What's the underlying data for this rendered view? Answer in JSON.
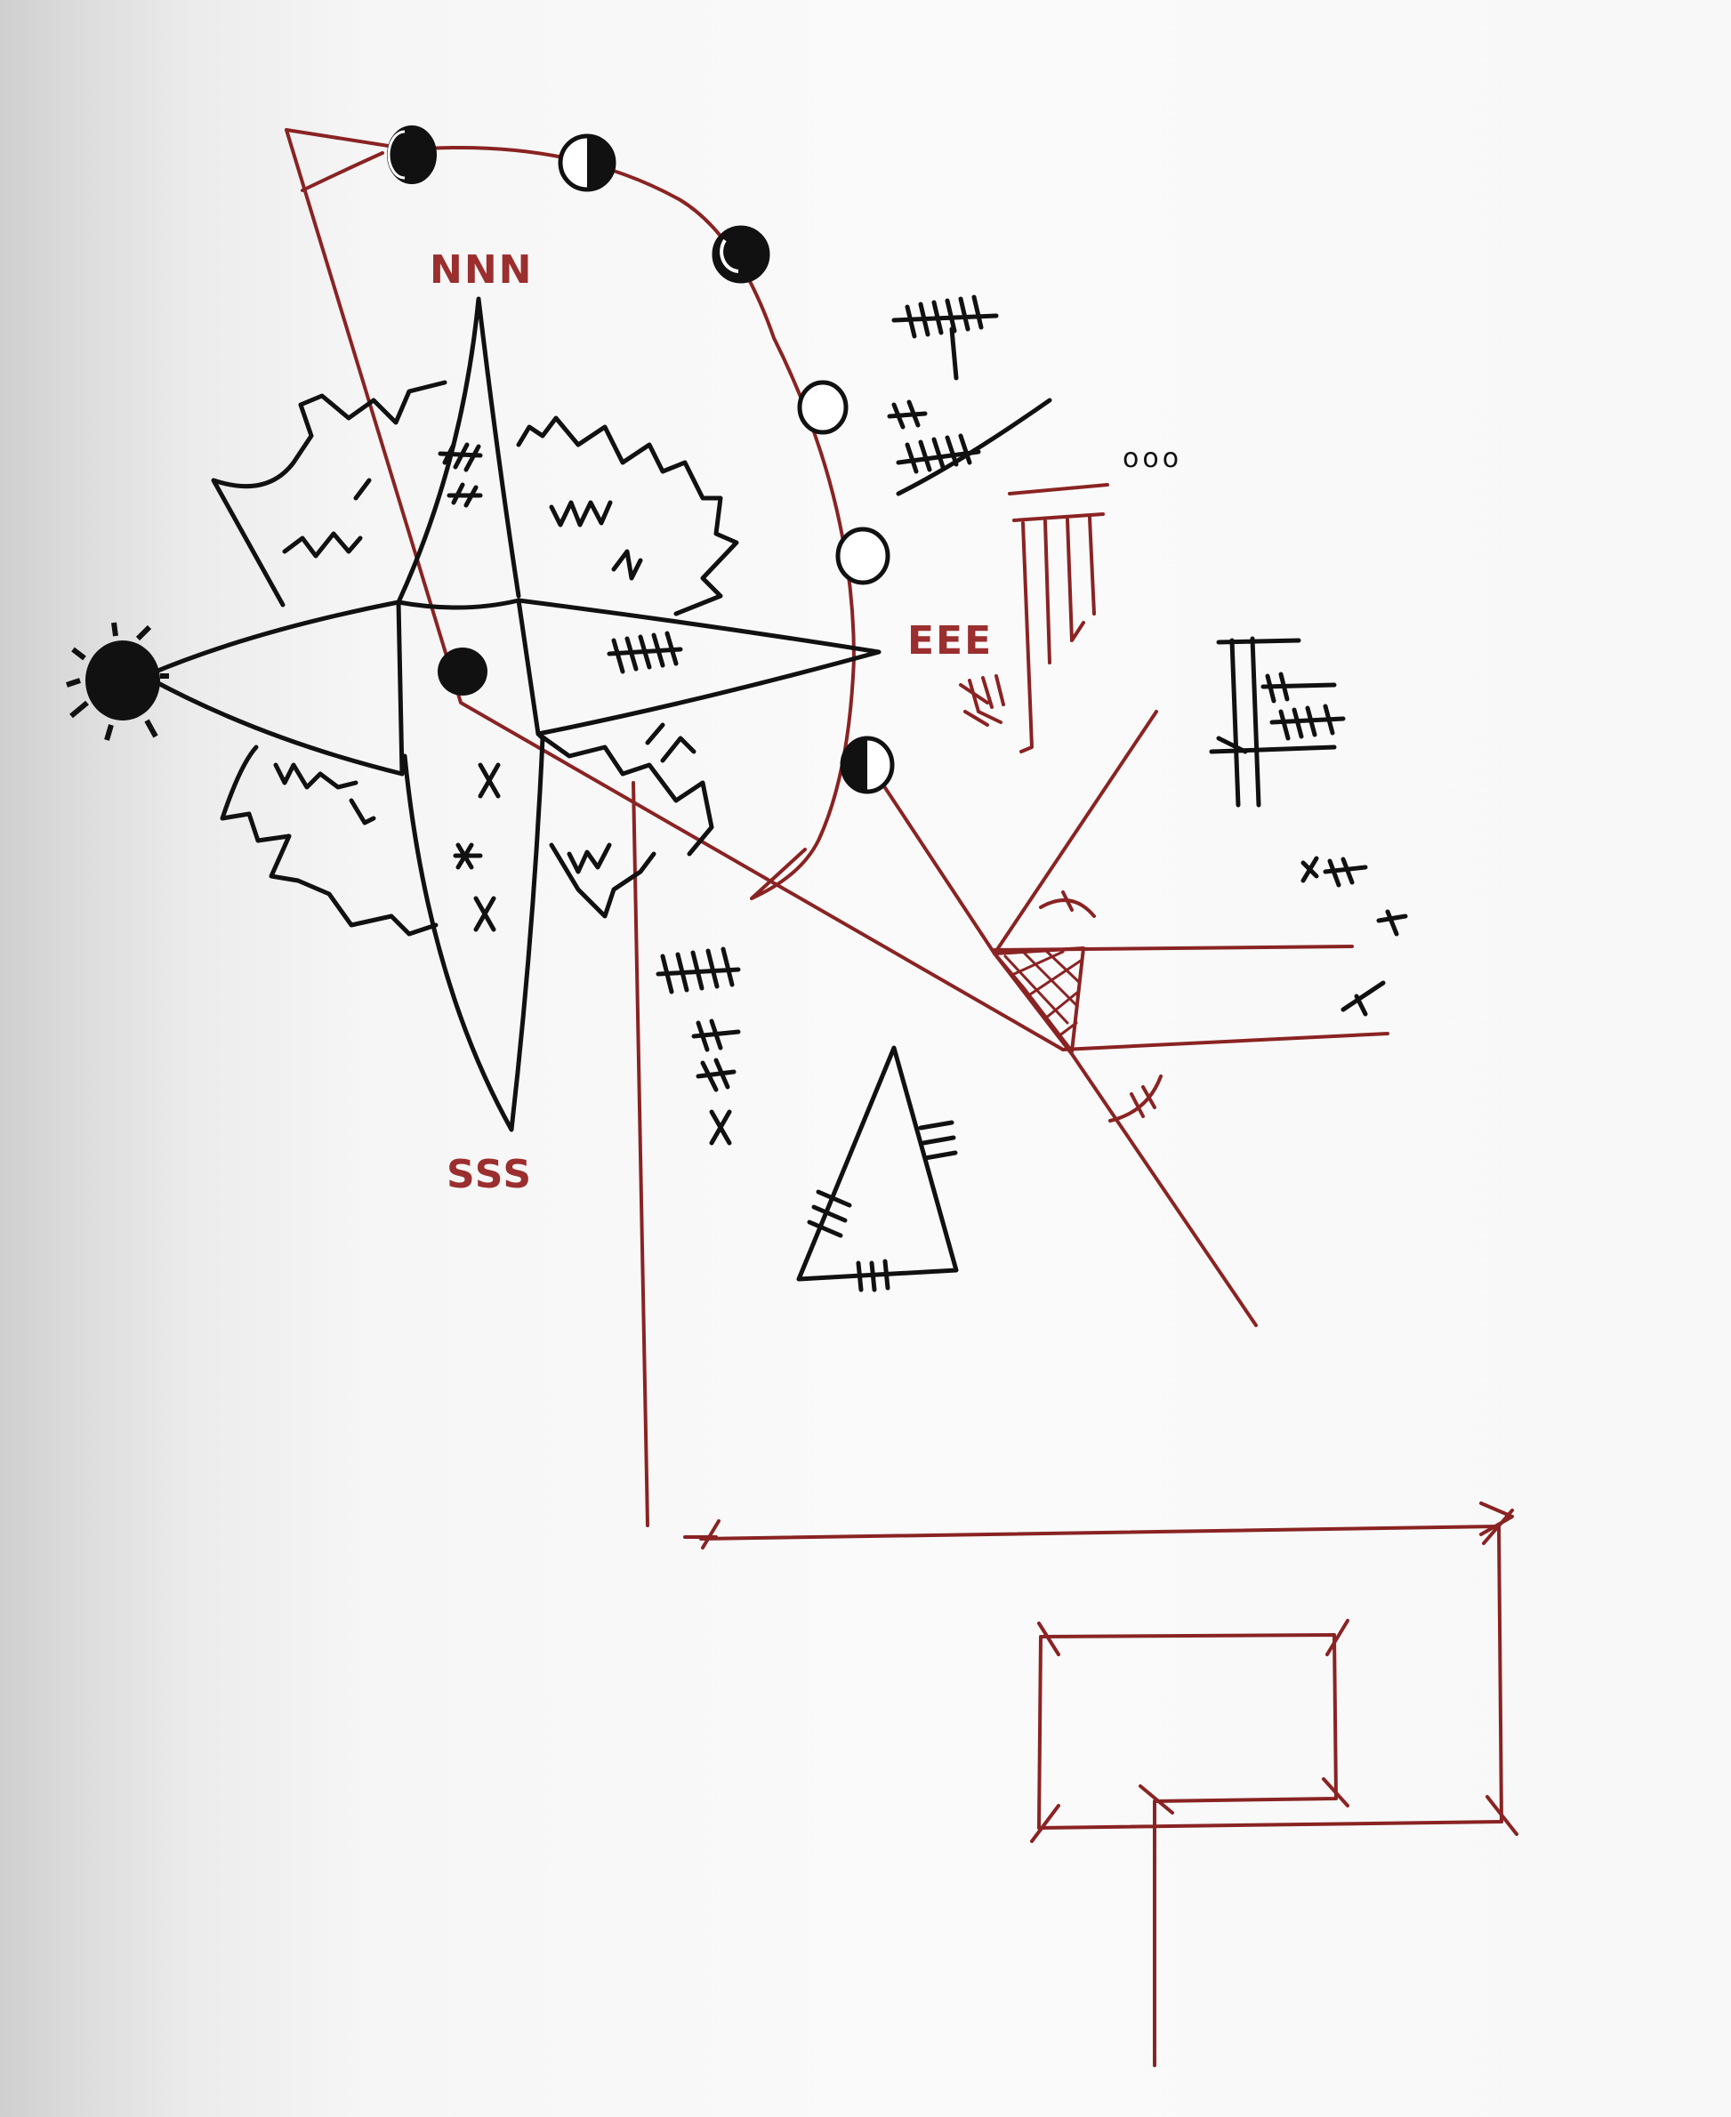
{
  "labels": {
    "north": "NNN",
    "east": "EEE",
    "south": "SSS",
    "small": "ooo"
  },
  "colors": {
    "ink_black": "#111111",
    "ink_red": "#8a2323",
    "label_red": "#9b2e2e",
    "paper": "#f8f8f8"
  }
}
